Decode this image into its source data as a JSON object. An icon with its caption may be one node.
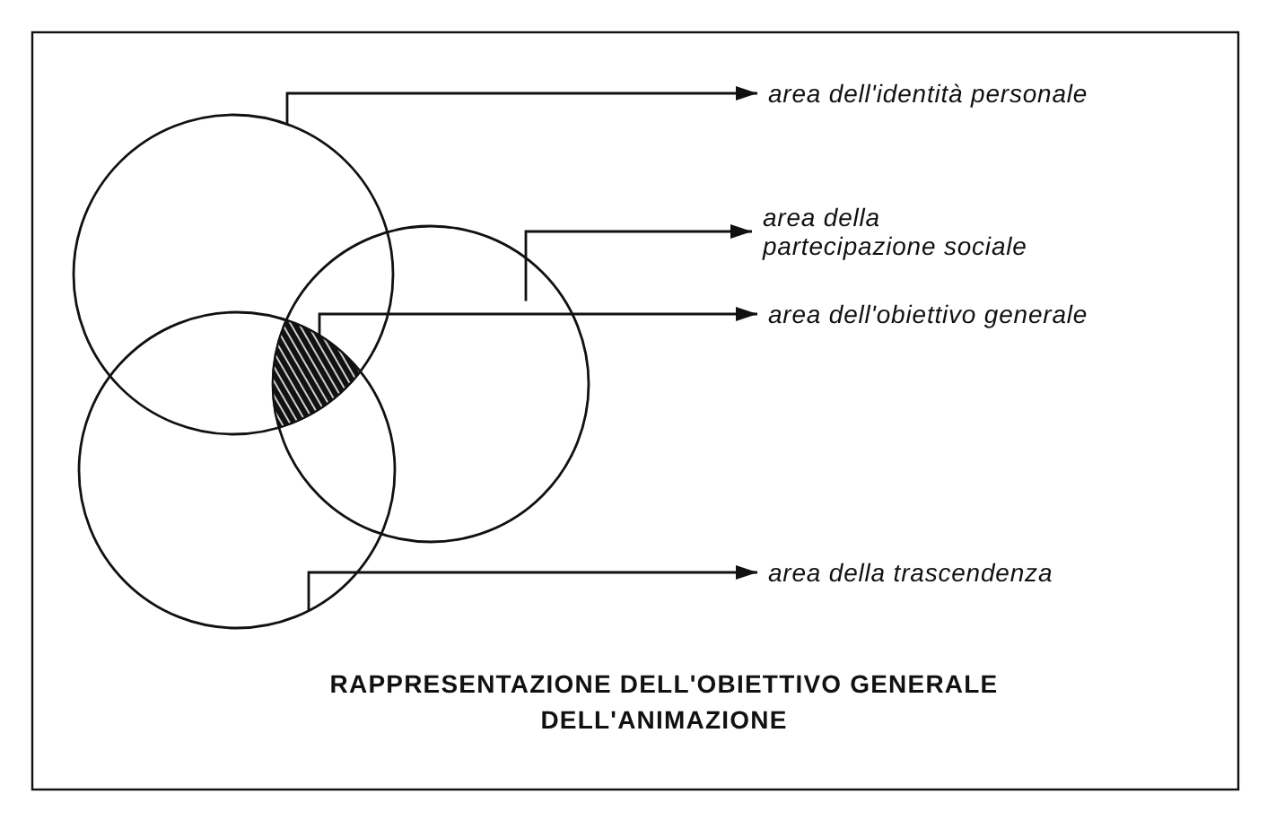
{
  "diagram": {
    "title": "RAPPRESENTAZIONE DELL'OBIETTIVO GENERALE DELL'ANIMAZIONE",
    "nodes": [
      {
        "text": [],
        "shape": "circle"
      },
      {
        "text": [],
        "shape": "circle"
      },
      {
        "text": [],
        "shape": "circle"
      },
      {
        "text": [],
        "shape": "region"
      },
      {
        "text": [
          "area dell'identità personale"
        ]
      },
      {
        "text": [
          "area della partecipazione sociale"
        ]
      },
      {
        "text": [
          "area dell'obiettivo generale"
        ]
      },
      {
        "text": [
          "area della trascendenza"
        ]
      }
    ],
    "edges": [
      {
        "from": 0,
        "to": 4,
        "arrow": "to"
      },
      {
        "from": 1,
        "to": 5,
        "arrow": "to"
      },
      {
        "from": 3,
        "to": 6,
        "arrow": "to"
      },
      {
        "from": 2,
        "to": 7,
        "arrow": "to"
      }
    ]
  }
}
